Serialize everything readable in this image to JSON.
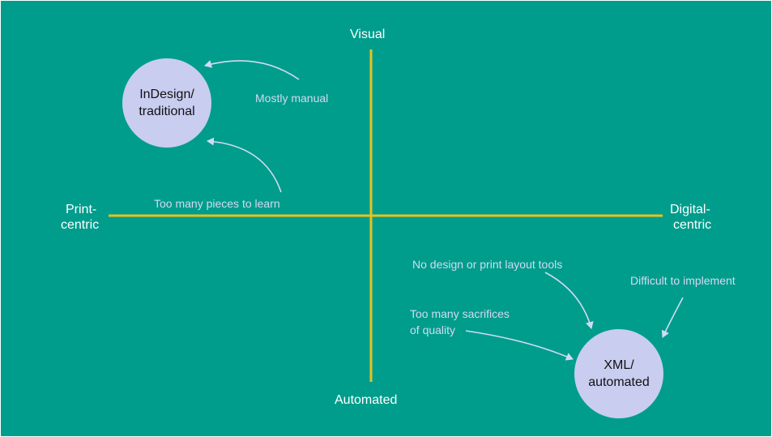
{
  "colors": {
    "background": "#009d8c",
    "axis": "#e8c21d",
    "node_fill": "#c9cdf0",
    "note_text": "#d2daf4",
    "arrow": "#d2daf4",
    "axis_label_text": "#ffffff"
  },
  "axes": {
    "top": "Visual",
    "bottom": "Automated",
    "left_line1": "Print-",
    "left_line2": "centric",
    "right_line1": "Digital-",
    "right_line2": "centric"
  },
  "nodes": {
    "traditional": {
      "line1": "InDesign/",
      "line2": "traditional"
    },
    "automated": {
      "line1": "XML/",
      "line2": "automated"
    }
  },
  "notes": {
    "mostly_manual": "Mostly manual",
    "too_many_pieces": "Too many pieces to learn",
    "no_design_tools": "No design or print layout tools",
    "difficult_implement": "Difficult to implement",
    "sacrifices_line1": "Too many sacrifices",
    "sacrifices_line2": "of quality"
  }
}
